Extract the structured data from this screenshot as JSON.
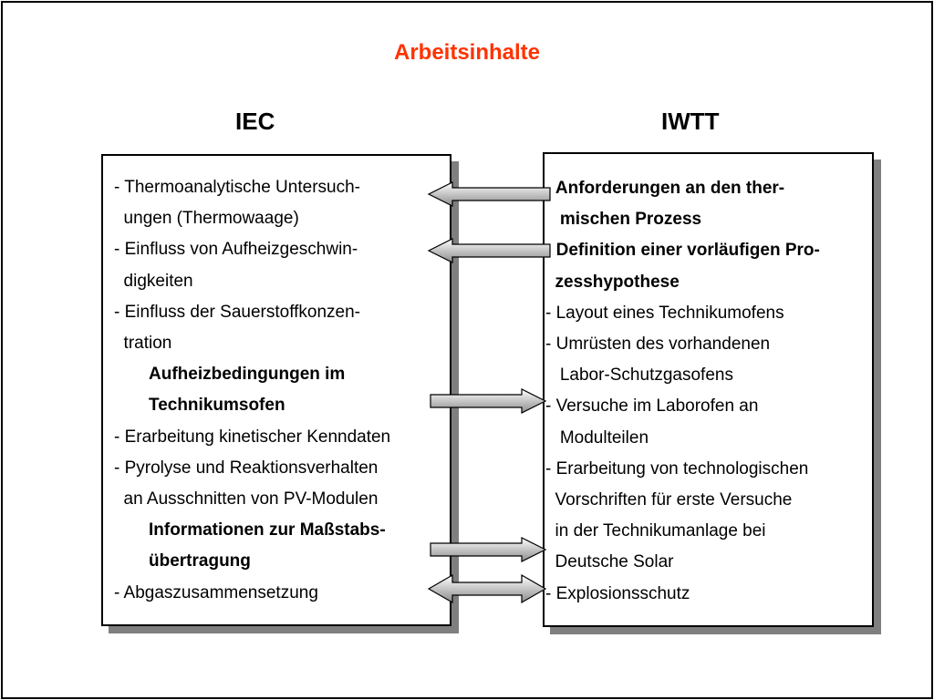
{
  "title": "Arbeitsinhalte",
  "headings": {
    "iec": "IEC",
    "iwtt": "IWTT"
  },
  "colors": {
    "title": "#ff3300",
    "shadow": "#7f7f7f",
    "arrow_light": "#ffffff",
    "arrow_dark": "#8c8c8c"
  },
  "iec_lines": [
    {
      "text": "- Thermoanalytische Untersuch-",
      "bold": false
    },
    {
      "text": "  ungen (Thermowaage)",
      "bold": false
    },
    {
      "text": "- Einfluss von Aufheizgeschwin-",
      "bold": false
    },
    {
      "text": "  digkeiten",
      "bold": false
    },
    {
      "text": "- Einfluss der Sauerstoffkonzen-",
      "bold": false
    },
    {
      "text": "  tration",
      "bold": false
    },
    {
      "text": "Aufheizbedingungen im",
      "bold": true
    },
    {
      "text": "Technikumsofen",
      "bold": true
    },
    {
      "text": "- Erarbeitung kinetischer Kenndaten",
      "bold": false
    },
    {
      "text": "- Pyrolyse und Reaktionsverhalten",
      "bold": false
    },
    {
      "text": "  an Ausschnitten von PV-Modulen",
      "bold": false
    },
    {
      "text": "Informationen zur Maßstabs-",
      "bold": true
    },
    {
      "text": "übertragung",
      "bold": true
    },
    {
      "text": "- Abgaszusammensetzung",
      "bold": false
    }
  ],
  "iwtt_lines": [
    {
      "text": "- Anforderungen an den ther-",
      "bold": true
    },
    {
      "text": "   mischen Prozess",
      "bold": true
    },
    {
      "text": "- Definition einer vorläufigen Pro-",
      "bold": true
    },
    {
      "text": "  zesshypothese",
      "bold": true
    },
    {
      "text": "- Layout eines Technikumofens",
      "bold": false
    },
    {
      "text": "- Umrüsten des vorhandenen",
      "bold": false
    },
    {
      "text": "   Labor-Schutzgasofens",
      "bold": false
    },
    {
      "text": "- Versuche im Laborofen an",
      "bold": false
    },
    {
      "text": "   Modulteilen",
      "bold": false
    },
    {
      "text": "- Erarbeitung von technologischen",
      "bold": false
    },
    {
      "text": "  Vorschriften für erste Versuche",
      "bold": false
    },
    {
      "text": "  in der Technikumanlage bei",
      "bold": false
    },
    {
      "text": "  Deutsche Solar",
      "bold": false
    },
    {
      "text": "- Explosionsschutz",
      "bold": false
    }
  ],
  "arrows": [
    {
      "direction": "left"
    },
    {
      "direction": "left"
    },
    {
      "direction": "right"
    },
    {
      "direction": "right"
    },
    {
      "direction": "both"
    }
  ]
}
